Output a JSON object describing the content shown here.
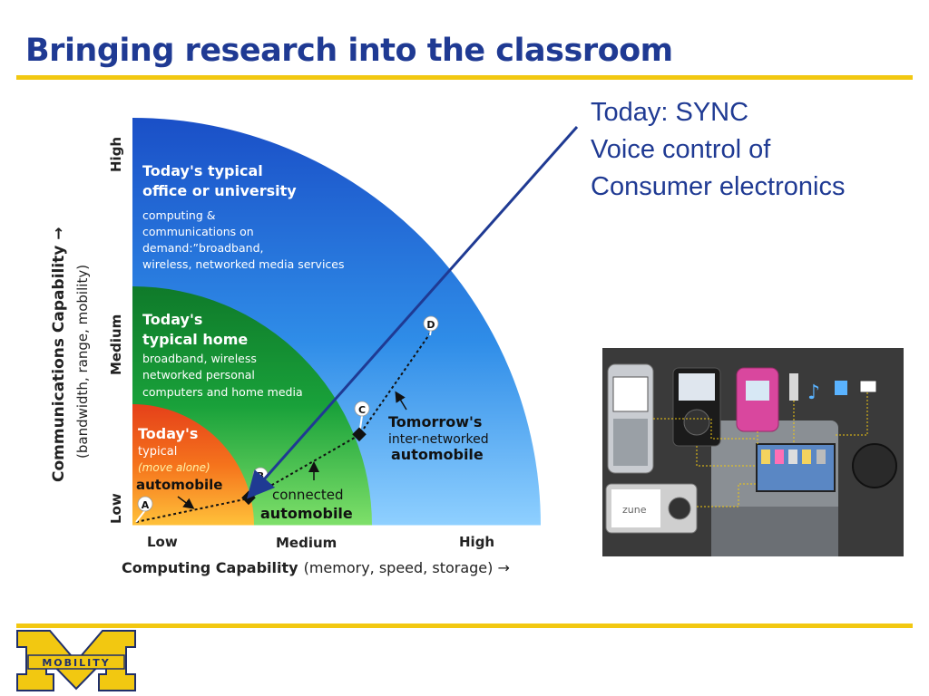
{
  "slide": {
    "title": "Bringing research into the classroom",
    "callout_lines": [
      "Today: SYNC",
      "Voice control of",
      "Consumer electronics"
    ]
  },
  "diagram": {
    "y_axis_title": "Communications Capability →",
    "y_axis_subtitle": "(bandwidth, range, mobility)",
    "y_ticks": [
      "Low",
      "Medium",
      "High"
    ],
    "x_axis_title": "Computing Capability",
    "x_axis_subtitle": "(memory, speed, storage) →",
    "x_ticks": [
      "Low",
      "Medium",
      "High"
    ],
    "regions": {
      "office": {
        "heading": [
          "Today's typical",
          "office or university"
        ],
        "body": [
          "computing &",
          "communications on",
          "demand:”broadband,",
          "wireless, networked media services"
        ]
      },
      "home": {
        "heading": [
          "Today's",
          "typical home"
        ],
        "body": [
          "broadband, wireless",
          "networked personal",
          "computers and home media"
        ]
      },
      "car": {
        "heading": "Today's",
        "sub": "typical",
        "note": "(move alone)",
        "label": "automobile"
      }
    },
    "points": [
      "A",
      "B",
      "C",
      "D"
    ],
    "connected_label": [
      "connected",
      "automobile"
    ],
    "tomorrow_label": [
      "Tomorrow's",
      "inter-networked",
      "automobile"
    ],
    "colors": {
      "office_blue": "#1a4fc7",
      "home_green": "#19a13a",
      "car_orange": "#f5731c",
      "arrow": "#1f3a93"
    }
  },
  "logo": {
    "text": "MOBILITY",
    "color": "#f2c811"
  },
  "photo": {
    "screen_label": "zune"
  }
}
